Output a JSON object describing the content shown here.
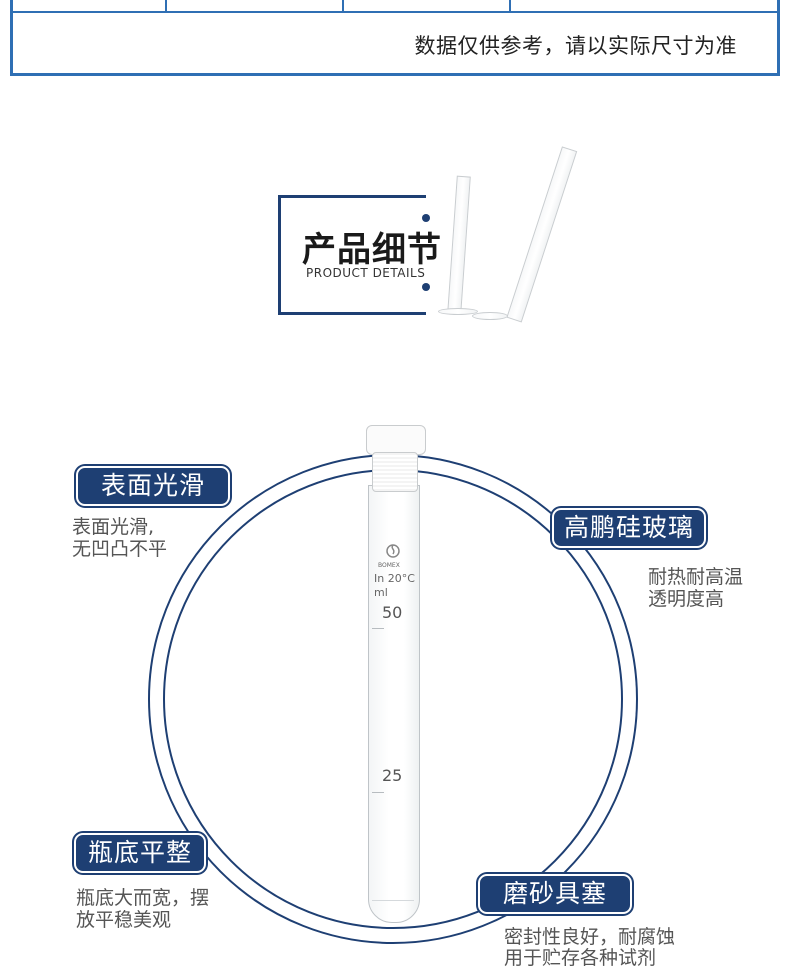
{
  "reference_note": "数据仅供参考，请以实际尺寸为准",
  "section": {
    "title_cn": "产品细节",
    "title_en": "PRODUCT DETAILS"
  },
  "tube": {
    "brand": "BOMEX",
    "spec1": "In 20°C",
    "spec2": "ml",
    "mark_upper": "50",
    "mark_lower": "25"
  },
  "features": [
    {
      "label": "表面光滑",
      "desc_line1": "表面光滑,",
      "desc_line2": "无凹凸不平"
    },
    {
      "label": "高鹏硅玻璃",
      "desc_line1": "耐热耐高温",
      "desc_line2": "透明度高"
    },
    {
      "label": "瓶底平整",
      "desc_line1": "瓶底大而宽，摆",
      "desc_line2": "放平稳美观"
    },
    {
      "label": "磨砂具塞",
      "desc_line1": "密封性良好，耐腐蚀",
      "desc_line2": "用于贮存各种试剂"
    }
  ],
  "colors": {
    "navy": "#1e3f73",
    "table_blue": "#2f6fb4"
  }
}
